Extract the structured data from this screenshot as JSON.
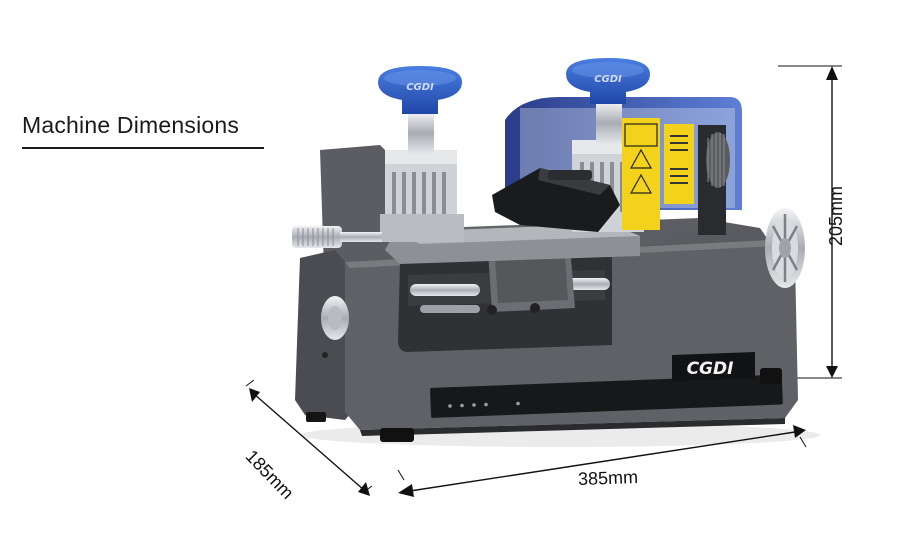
{
  "heading": "Machine Dimensions",
  "dimensions": {
    "height": "205mm",
    "width": "385mm",
    "depth": "185mm"
  },
  "brand": {
    "logo_text": "CGDI",
    "knob_text": "CGDI"
  },
  "colors": {
    "body": "#56585d",
    "body_dark": "#3e4044",
    "knob_blue": "#2f5fc4",
    "warning_yellow": "#f2d21a",
    "panel_black": "#111214",
    "chrome": "#c9ccd0"
  }
}
